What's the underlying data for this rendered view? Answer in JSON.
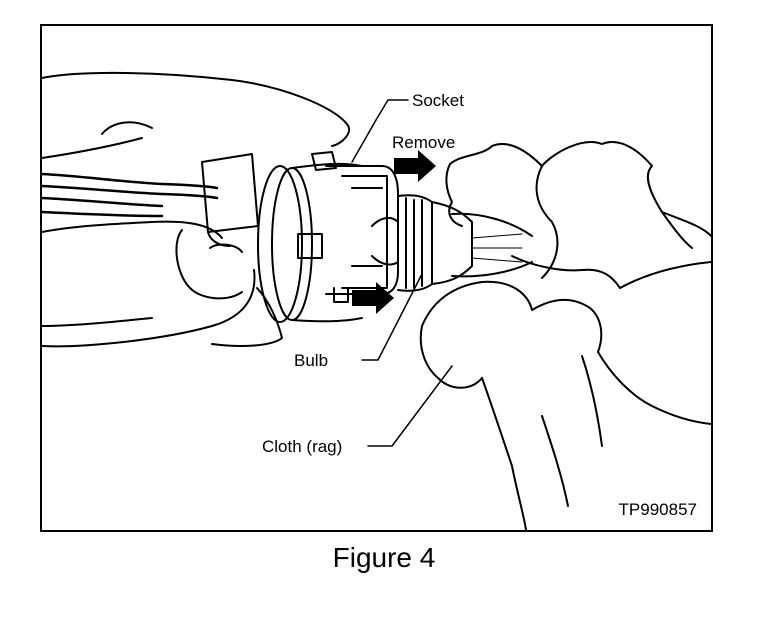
{
  "figure": {
    "labels": {
      "socket": "Socket",
      "remove": "Remove",
      "bulb": "Bulb",
      "cloth": "Cloth (rag)"
    },
    "figure_id": "TP990857",
    "caption": "Figure 4"
  },
  "colors": {
    "line": "#000000",
    "background": "#ffffff"
  }
}
